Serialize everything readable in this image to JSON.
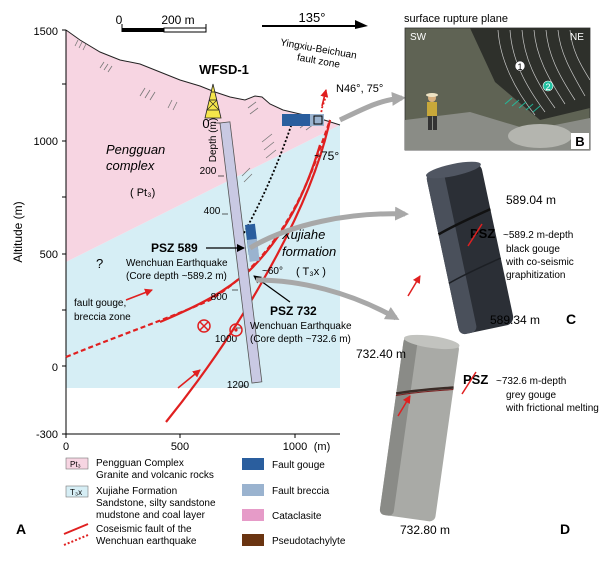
{
  "scale_bar": {
    "zero": "0",
    "dist": "200 m"
  },
  "direction": {
    "label": "135°"
  },
  "y_axis": {
    "label": "Altitude (m)",
    "ticks": [
      "1500",
      "1000",
      "500",
      "0",
      "-300"
    ]
  },
  "x_axis": {
    "unit": "(m)",
    "ticks": [
      "0",
      "500",
      "1000"
    ]
  },
  "borehole": {
    "name": "WFSD-1",
    "depth_label": "Depth (m)",
    "depth_ticks": [
      "0",
      "200",
      "400",
      "800",
      "1000",
      "1200"
    ]
  },
  "fault_zone": {
    "line1": "Yingxiu-Beichuan",
    "line2": "fault zone",
    "orient": "N46°, 75°",
    "dip_upper": "~75°",
    "dip_lower": "~60°"
  },
  "units": {
    "pengguan_l1": "Pengguan",
    "pengguan_l2": "complex",
    "pengguan_sym": "( Pt₃)",
    "xujiahe_l1": "Xujiahe",
    "xujiahe_l2": "formation",
    "xujiahe_sym": "( T₃x )",
    "question": "?",
    "gouge_l1": "fault gouge,",
    "gouge_l2": "breccia zone"
  },
  "psz589": {
    "title": "PSZ 589",
    "l1": "Wenchuan Earthquake",
    "l2": "(Core depth ~589.2 m)"
  },
  "psz732": {
    "title": "PSZ 732",
    "l1": "Wenchuan Earthquake",
    "l2": "(Core depth ~732.6 m)"
  },
  "panel_a": "A",
  "panel_b": {
    "title": "surface rupture plane",
    "sw": "SW",
    "ne": "NE",
    "m1": "1",
    "m2": "2",
    "label": "B"
  },
  "panel_c": {
    "top": "589.04 m",
    "bottom": "589.34 m",
    "psz": "PSZ",
    "depth": "~589.2 m-depth",
    "d1": "black gouge",
    "d2": "with co-seismic",
    "d3": "graphitization",
    "label": "C"
  },
  "panel_d": {
    "top": "732.40 m",
    "bottom": "732.80 m",
    "psz": "PSZ",
    "depth": "~732.6 m-depth",
    "d1": "grey gouge",
    "d2": "with frictional melting",
    "label": "D"
  },
  "legend": {
    "pt3_sym": "Pt₃",
    "pt3_l1": "Pengguan Complex",
    "pt3_l2": "Granite and volcanic rocks",
    "t3x_sym": "T₃x",
    "t3x_l1": "Xujiahe Formation",
    "t3x_l2": "Sandstone, silty sandstone",
    "t3x_l3": "mudstone and coal layer",
    "fault_l1": "Coseismic fault of the",
    "fault_l2": "Wenchuan earthquake",
    "gouge": "Fault gouge",
    "breccia": "Fault breccia",
    "cataclasite": "Cataclasite",
    "pseudo": "Pseudotachylyte"
  },
  "colors": {
    "pengguan": "#f7d5e2",
    "xujiahe": "#d6eef5",
    "fault": "#e02020",
    "gouge": "#2a5e9e",
    "breccia": "#9ab3cf",
    "cataclasite": "#e69bc8",
    "pseudotachylyte": "#6a3411"
  }
}
